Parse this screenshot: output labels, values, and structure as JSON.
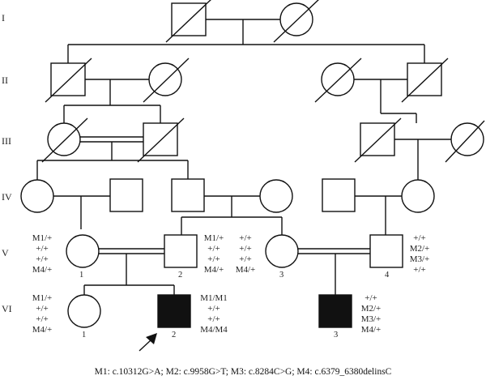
{
  "generations": [
    "I",
    "II",
    "III",
    "IV",
    "V",
    "VI"
  ],
  "individual_numbers": {
    "v1": "1",
    "v2": "2",
    "v3": "3",
    "v4": "4",
    "vi1": "1",
    "vi2": "2",
    "vi3": "3"
  },
  "genotypes": {
    "v1": [
      "M1/+",
      "+/+",
      "+/+",
      "M4/+"
    ],
    "v2": [
      "M1/+",
      "+/+",
      "+/+",
      "M4/+"
    ],
    "v3": [
      "+/+",
      "+/+",
      "+/+",
      "M4/+"
    ],
    "v4": [
      "+/+",
      "M2/+",
      "M3/+",
      "+/+"
    ],
    "vi1": [
      "M1/+",
      "+/+",
      "+/+",
      "M4/+"
    ],
    "vi2": [
      "M1/M1",
      "+/+",
      "+/+",
      "M4/M4"
    ],
    "vi3": [
      "+/+",
      "M2/+",
      "M3/+",
      "M4/+"
    ]
  },
  "legend": "M1: c.10312G>A; M2: c.9958G>T; M3: c.8284C>G; M4: c.6379_6380delinsC"
}
